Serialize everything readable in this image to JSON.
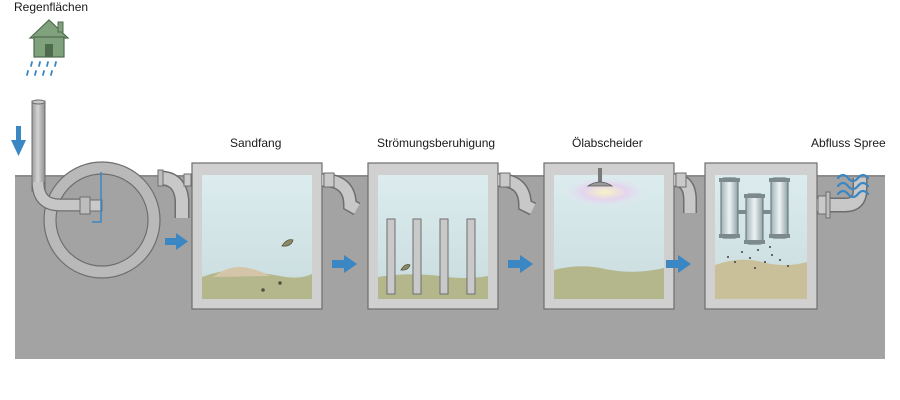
{
  "title": "Regenwasser-Behandlungsanlage",
  "labels": {
    "rain_source": "Regenflächen",
    "chamber_1": "Sandfang",
    "chamber_2": "Strömungsberuhigung",
    "chamber_3": "Ölabscheider",
    "outlet": "Abfluss Spree"
  },
  "colors": {
    "ground": "#a3a3a3",
    "pipe": "#b9b9b9",
    "water": "#d8e9ea",
    "sediment": "#b4b68c",
    "arrow": "#3a87c4",
    "house": "#7fa27c"
  },
  "icons": {
    "house": "house-icon",
    "rain": "rain-icon",
    "flow": "flow-arrow-icon",
    "leaf": "leaf-icon",
    "skimmer": "oil-skimmer-icon",
    "filter": "filter-cartridge-icon",
    "waves": "water-waves-icon"
  }
}
